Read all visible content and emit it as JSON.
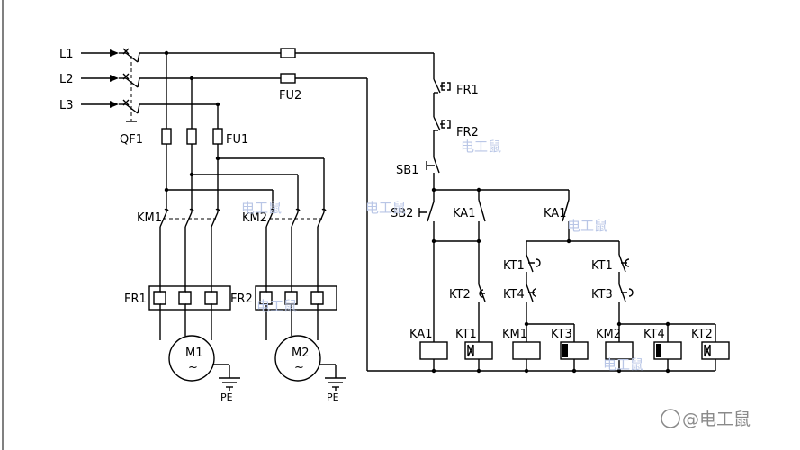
{
  "labels": {
    "l1": "L1",
    "l2": "L2",
    "l3": "L3",
    "qf1": "QF1",
    "fu1": "FU1",
    "fu2": "FU2",
    "km1_main": "KM1",
    "km2_main": "KM2",
    "fr1_heater": "FR1",
    "fr2_heater": "FR2",
    "m1": "M1",
    "m2": "M2",
    "motor_tilde": "~",
    "pe1": "PE",
    "pe2": "PE",
    "fr1_contact": "FR1",
    "fr2_contact": "FR2",
    "sb1": "SB1",
    "sb2": "SB2",
    "ka1_contact_a": "KA1",
    "ka1_contact_b": "KA1",
    "kt1_contact_a": "KT1",
    "kt1_contact_b": "KT1",
    "kt2_contact": "KT2",
    "kt4_contact": "KT4",
    "kt3_contact": "KT3",
    "coil_ka1": "KA1",
    "coil_kt1": "KT1",
    "coil_km1": "KM1",
    "coil_kt3": "KT3",
    "coil_km2": "KM2",
    "coil_kt4": "KT4",
    "coil_kt2": "KT2"
  },
  "watermarks": {
    "wm1": "电工鼠",
    "wm2": "电工鼠",
    "wm3": "电工鼠",
    "wm4": "电工鼠",
    "wm5": "电工鼠",
    "wm6": "电工鼠",
    "corner": "@电工鼠"
  },
  "colors": {
    "line": "#000000",
    "watermark_blue": "#b9c6e6",
    "watermark_gray": "#8a8a8a"
  }
}
